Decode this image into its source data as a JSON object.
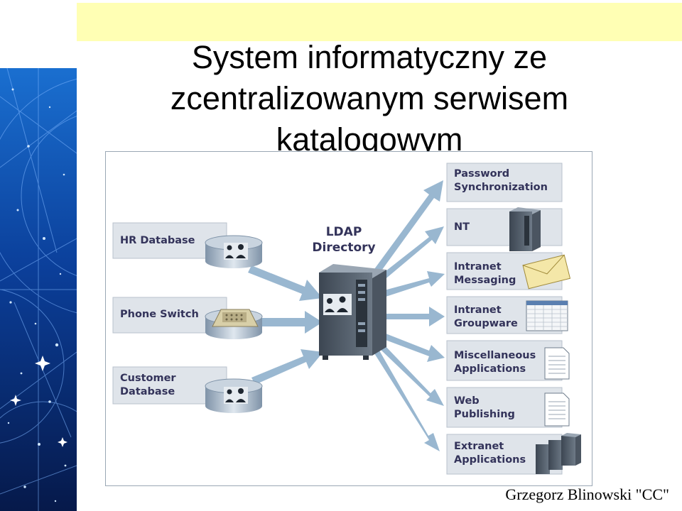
{
  "slide": {
    "title_lines": [
      "System informatyczny ze",
      "zcentralizowanym serwisem",
      "katalogowym"
    ],
    "footer": "Grzegorz Blinowski \"CC\""
  },
  "diagram": {
    "center": {
      "line1": "LDAP",
      "line2": "Directory"
    },
    "sources": [
      {
        "line1": "HR Database",
        "line2": "",
        "icon": "database-users-icon"
      },
      {
        "line1": "Phone Switch",
        "line2": "",
        "icon": "telephone-icon"
      },
      {
        "line1": "Customer",
        "line2": "Database",
        "icon": "database-users-icon"
      }
    ],
    "targets": [
      {
        "line1": "Password",
        "line2": "Synchronization",
        "icon": ""
      },
      {
        "line1": "NT",
        "line2": "",
        "icon": "server-icon"
      },
      {
        "line1": "Intranet",
        "line2": "Messaging",
        "icon": "envelope-icon"
      },
      {
        "line1": "Intranet",
        "line2": "Groupware",
        "icon": "spreadsheet-icon"
      },
      {
        "line1": "Miscellaneous",
        "line2": "Applications",
        "icon": "document-icon"
      },
      {
        "line1": "Web",
        "line2": "Publishing",
        "icon": "document-icon"
      },
      {
        "line1": "Extranet",
        "line2": "Applications",
        "icon": "server-cluster-icon"
      }
    ]
  },
  "colors": {
    "title_band": "#ffffb4",
    "panel": "#dfe4ea",
    "panel_border": "#b8c2cc",
    "label_text": "#33335a",
    "arrow": "#8fb0cc",
    "sidebar": "#0b2d6e"
  }
}
